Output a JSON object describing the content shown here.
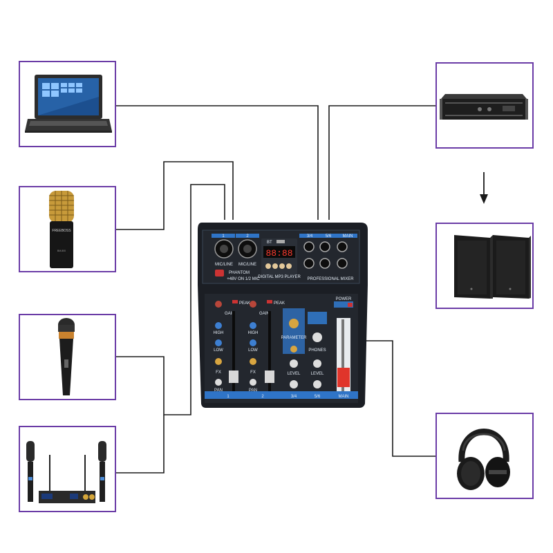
{
  "devices": {
    "laptop": {
      "icon": "laptop-icon"
    },
    "condenser_mic": {
      "icon": "condenser-mic-icon",
      "brand": "FREEBOSS",
      "model": "BM-800"
    },
    "handheld_mic": {
      "icon": "handheld-mic-icon"
    },
    "wireless_mic_system": {
      "icon": "wireless-mic-system-icon"
    },
    "power_amplifier": {
      "icon": "power-amplifier-icon"
    },
    "speakers": {
      "icon": "speakers-icon"
    },
    "headphones": {
      "icon": "headphones-icon"
    }
  },
  "mixer": {
    "channel_1": "1",
    "channel_2": "2",
    "channel_34": "3/4",
    "channel_56": "5/6",
    "main": "MAIN",
    "mic_line_1": "MIC/LINE",
    "mic_line_2": "MIC/LINE",
    "phantom": "PHANTOM",
    "phantom_detail": "+48V  ON  1/2 MIC",
    "bt": "BT",
    "mp3_title": "DIGITAL MP3 PLAYER",
    "display": "88:88",
    "pro_mixer": "PROFESSIONAL MIXER",
    "power": "POWER",
    "peak": "PEAK",
    "gain": "GAIN",
    "high": "HIGH",
    "low": "LOW",
    "fx": "FX",
    "pan": "PAN",
    "parameter": "PARAMETER",
    "phones": "PHONES",
    "level": "LEVEL"
  },
  "colors": {
    "frame": "#6a3ba6",
    "wire": "#1a1a1a",
    "mixer_body": "#1b1e24",
    "accent_blue": "#2f74c7"
  }
}
